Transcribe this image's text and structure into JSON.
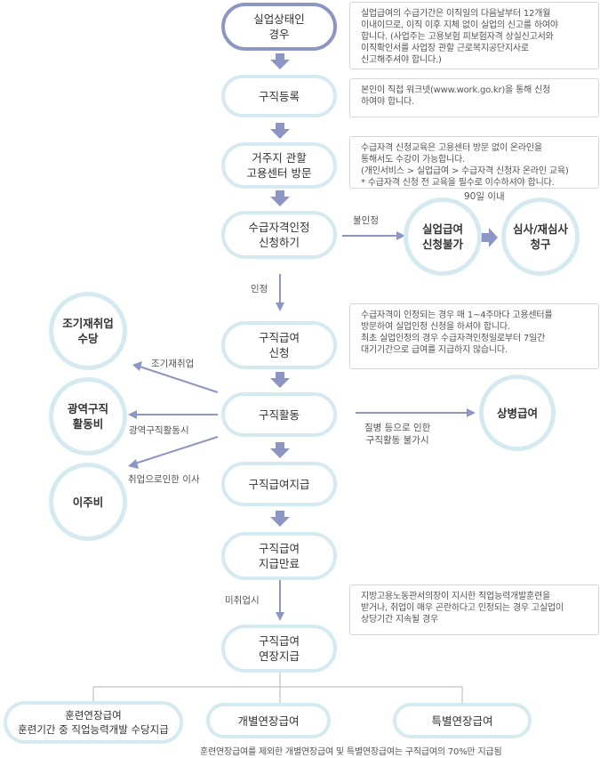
{
  "nodes": {
    "unemployed": "실업상태인\n경우",
    "job_registration": "구직등록",
    "visit_center": "거주지 관할\n고용센터 방문",
    "apply_eligibility": "수급자격인정\n신청하기",
    "ineligible": "실업급여\n신청불가",
    "review_request": "심사/재심사\n청구",
    "apply_benefit": "구직급여\n신청",
    "job_search": "구직활동",
    "sick_benefit": "상병급여",
    "early_reemployment": "조기재취업\n수당",
    "wide_area_job_search": "광역구직\n활동비",
    "relocation": "이주비",
    "benefit_payment": "구직급여지급",
    "payment_end": "구직급여\n지급만료",
    "extended_payment": "구직급여\n연장지급",
    "training_extension": "훈련연장급여\n훈련기간 중 직업능력개발 수당지급",
    "individual_extension": "개별연장급여",
    "special_extension": "특별연장급여"
  },
  "notes": {
    "unemployed": "실업급여의 수급기간은 이직일의 다음날부터 12개월\n이내이므로, 이직 이후 지체 없이 실업의 신고를 하여야\n합니다. (사업주는 고용보험 피보험자격 상실신고서와\n이직확인서를 사업장 관할 근로복지공단지사로\n신고해주셔야 합니다.)",
    "job_registration": "본인이 직접 워크넷(www.work.go.kr)을 통해 신청\n하여야 합니다.",
    "visit_center": "수급자격 신청교육은 고용센터 방문 없이 온라인을\n통해서도 수강이 가능합니다.\n(개인서비스 > 실업급여 > 수급자격 신청자 온라인 교육)\n* 수급자격 신청 전 교육을 필수로 이수하셔야 합니다.",
    "apply_benefit": "수급자격이 인정되는 경우 매 1~4주마다 고용센터를\n방문하여 실업인정 신청을 하셔야 합니다.\n최초 실업인정의 경우 수급자격인정일로부터 7일간\n대기기간으로 급여를 지급하지 않습니다.",
    "payment_end": "지방고용노동관서의장이 지시한 직업능력개발훈련을\n받거나, 취업이 매우 곤란하다고 인정되는 경우 고실업이\n상당기간 지속될 경우"
  },
  "labels": {
    "rejected": "불인정",
    "within_90_days": "90일 이내",
    "approved": "인정",
    "early_reemployment": "조기재취업",
    "wide_area": "광역구직활동시",
    "relocation": "취업으로인한 이사",
    "illness": "질병 등으로 인한\n구직활동 불가시",
    "not_employed": "미취업시"
  },
  "footer": "훈련연장급여를 제외한 개별연장급여 및 특별연장급여는 구직급여의 70%만 지급됨",
  "colors": {
    "pill_border": "#d4eaf0",
    "start_border": "#8c96c3",
    "arrow": "#8c96c3",
    "connector": "#b5b5b5"
  }
}
